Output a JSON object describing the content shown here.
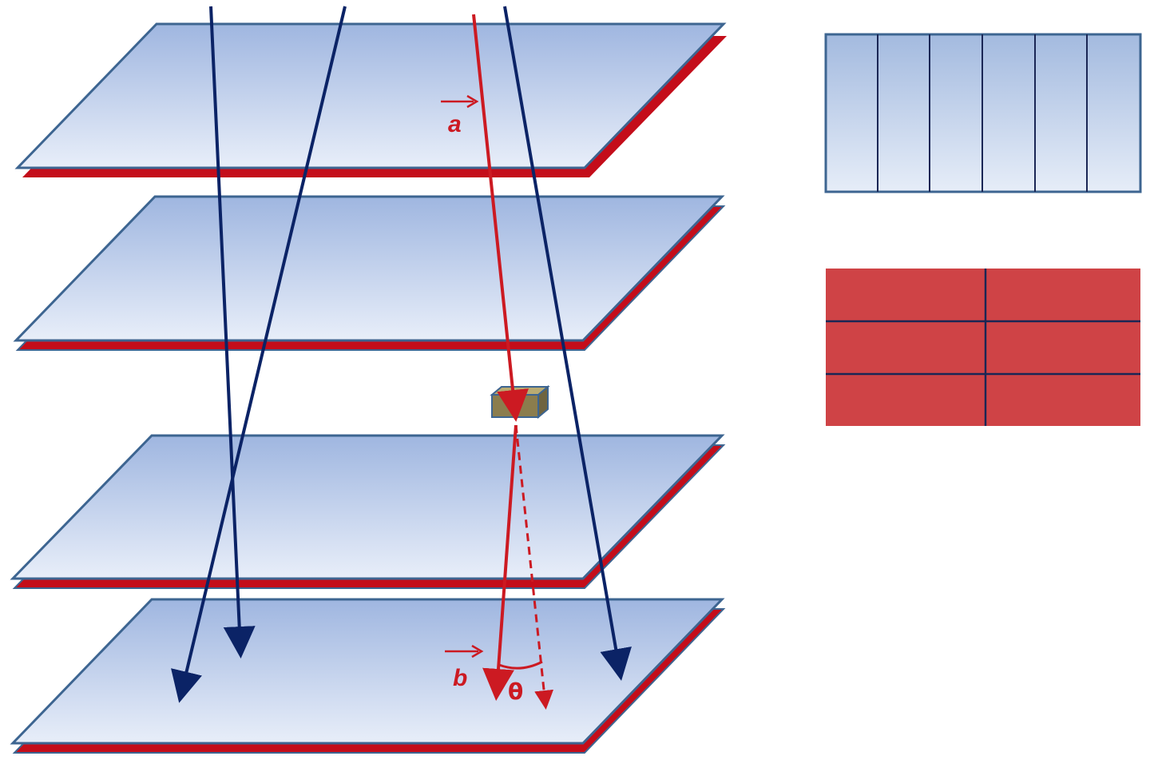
{
  "labels": {
    "vector_a": "a",
    "vector_b": "b",
    "angle": "θ"
  },
  "colors": {
    "plane_top": "#9fb6e0",
    "plane_bottom": "#e8eef9",
    "plane_edge": "#3d6591",
    "back_layer_red": "#c40d1a",
    "track_blue": "#0b2366",
    "scattered_track_red": "#cc1a22",
    "segmented_red": "#cf4346",
    "segment_lines": "#1a2655",
    "target_block": "#8b7d4d"
  },
  "strip_segments_count": 6,
  "pad_rows": 3,
  "pad_columns": 2
}
